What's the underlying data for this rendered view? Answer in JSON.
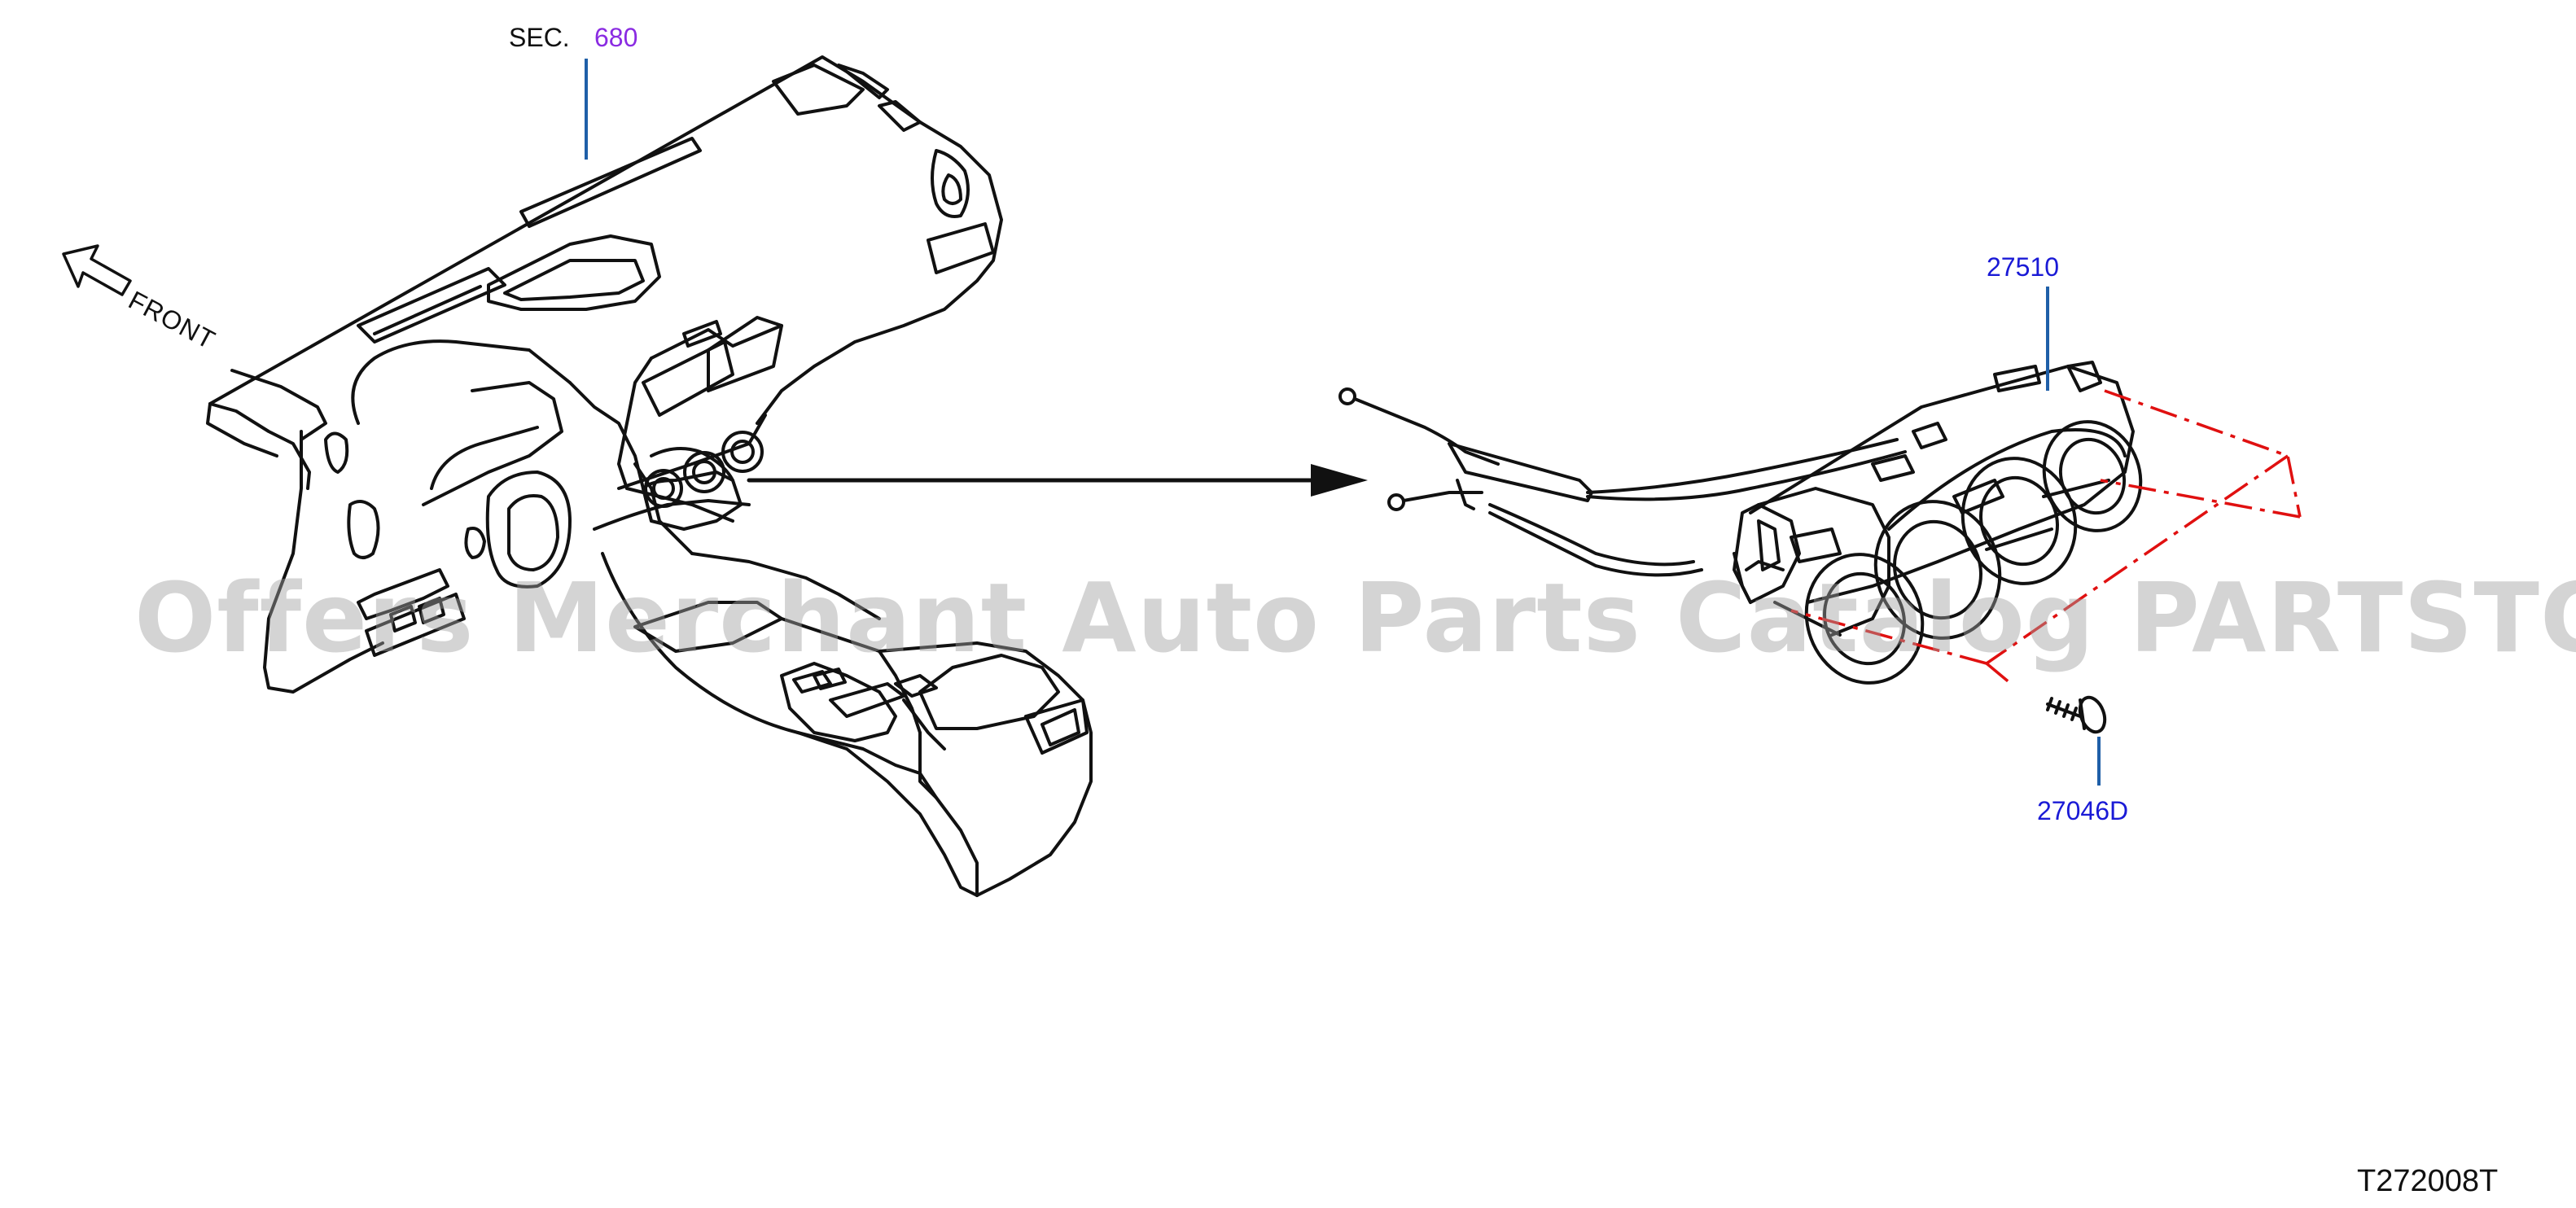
{
  "section_ref": {
    "prefix": "SEC.",
    "number": "680"
  },
  "direction_label": "FRONT",
  "callouts": {
    "control_assembly": "27510",
    "screw": "27046D"
  },
  "drawing_code": "T272008T",
  "watermark": "Offers Merchant Auto Parts Catalog PARTSTORE.SA",
  "colors": {
    "line_art": "#111111",
    "callout_text": "#1a1ad6",
    "section_number": "#8a2be2",
    "leader_line": "#1f5fa8",
    "phantom_line": "#e01010",
    "watermark": "#a0a0a0"
  }
}
